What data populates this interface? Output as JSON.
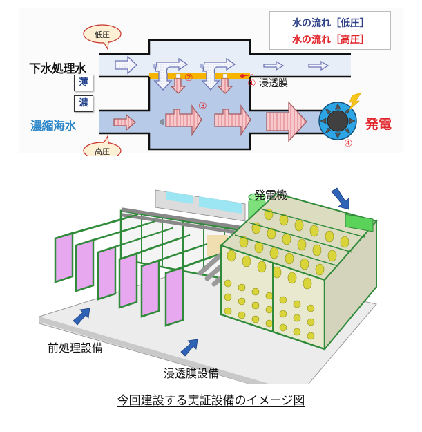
{
  "diagram": {
    "legend": {
      "low_pressure_flow": "水の流れ［低圧］",
      "high_pressure_flow": "水の流れ［高圧］"
    },
    "bubbles": {
      "low_pressure": "低圧",
      "high_pressure": "高圧"
    },
    "streams": {
      "treated_sewage": "下水処理水",
      "concentrated_seawater": "濃縮海水"
    },
    "concentration_tags": {
      "dilute": "薄",
      "concentrated": "濃"
    },
    "steps": {
      "one": "①",
      "two": "②",
      "three": "③",
      "four": "④"
    },
    "membrane_label": "浸透膜",
    "generation_label": "発電",
    "colors": {
      "low_pipe": "#e6eef9",
      "high_pipe": "#b4c8e6",
      "membrane": "#f6b400",
      "accent_red": "#e0262b",
      "turbine_blue": "#2ea6e6",
      "bubble_fill": "#fdf0d4",
      "bubble_stroke": "#c8302a"
    }
  },
  "plant": {
    "labels": {
      "generator": "発電機",
      "pretreatment": "前処理設備",
      "membrane_unit": "浸透膜設備"
    },
    "colors": {
      "frame_green": "#2f8a3a",
      "membrane_pink": "#e8a8f0",
      "module_yellow": "#d8d43a",
      "tank_cyan": "#9be6f2",
      "pipe_grey": "#9a9a9a",
      "base_grey": "#e8e8e8",
      "arrow_blue": "#2f63b8"
    }
  },
  "caption": "今回建設する実証設備のイメージ図"
}
